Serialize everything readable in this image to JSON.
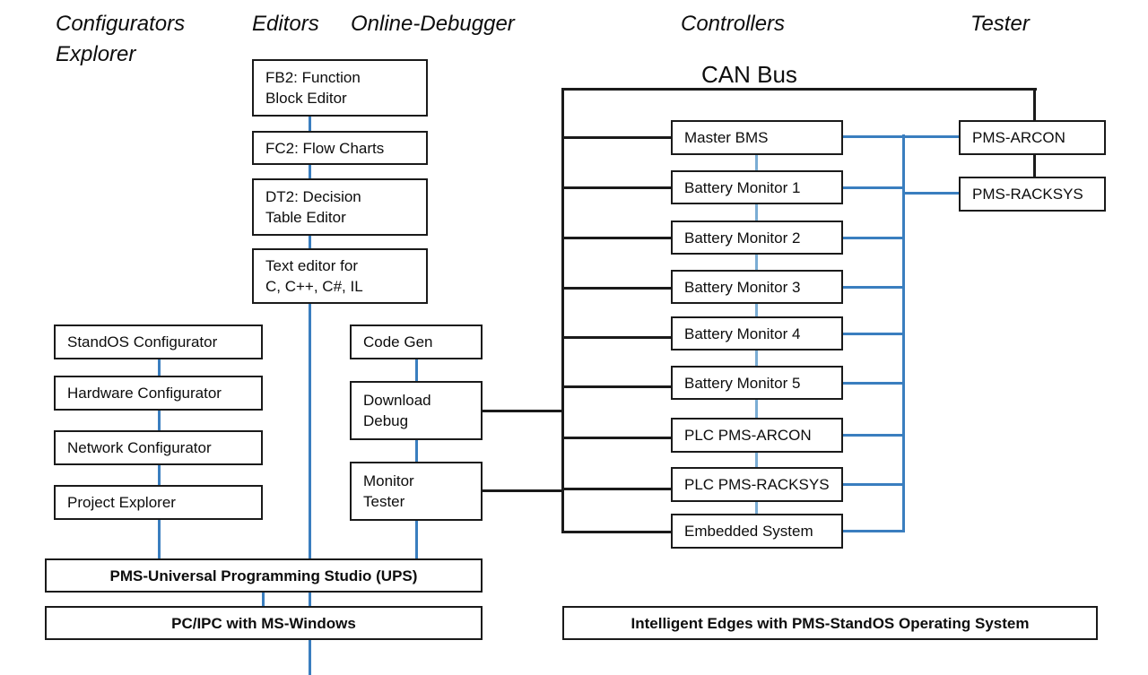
{
  "diagram": {
    "title": "PMS-Universal Programming Studio architecture",
    "headers": [
      {
        "text": "Configurators\nExplorer",
        "name": "header-configurators-explorer"
      },
      {
        "text": "Editors",
        "name": "header-editors"
      },
      {
        "text": "Online-Debugger",
        "name": "header-online-debugger"
      },
      {
        "text": "Controllers",
        "name": "header-controllers"
      },
      {
        "text": "Tester",
        "name": "header-tester"
      }
    ],
    "bus_label": "CAN Bus",
    "editors": [
      {
        "label": "FB2: Function\nBlock Editor",
        "name": "node-fb2-function-block-editor"
      },
      {
        "label": "FC2: Flow Charts",
        "name": "node-fc2-flow-charts"
      },
      {
        "label": "DT2: Decision\nTable Editor",
        "name": "node-dt2-decision-table-editor"
      },
      {
        "label": "Text editor for\nC, C++,  C#, IL",
        "name": "node-text-editor"
      }
    ],
    "configurators": [
      {
        "label": "StandOS Configurator",
        "name": "node-standos-configurator"
      },
      {
        "label": "Hardware Configurator",
        "name": "node-hardware-configurator"
      },
      {
        "label": "Network Configurator",
        "name": "node-network-configurator"
      },
      {
        "label": "Project Explorer",
        "name": "node-project-explorer"
      }
    ],
    "debugger": [
      {
        "label": "Code Gen",
        "name": "node-code-gen"
      },
      {
        "label": "Download\nDebug",
        "name": "node-download-debug"
      },
      {
        "label": "Monitor\nTester",
        "name": "node-monitor-tester"
      }
    ],
    "controllers": [
      {
        "label": "Master BMS",
        "name": "node-master-bms"
      },
      {
        "label": "Battery Monitor 1",
        "name": "node-battery-monitor-1"
      },
      {
        "label": "Battery Monitor 2",
        "name": "node-battery-monitor-2"
      },
      {
        "label": "Battery Monitor 3",
        "name": "node-battery-monitor-3"
      },
      {
        "label": "Battery Monitor 4",
        "name": "node-battery-monitor-4"
      },
      {
        "label": "Battery Monitor 5",
        "name": "node-battery-monitor-5"
      },
      {
        "label": "PLC PMS-ARCON",
        "name": "node-plc-pms-arcon"
      },
      {
        "label": "PLC PMS-RACKSYS",
        "name": "node-plc-pms-racksys"
      },
      {
        "label": "Embedded System",
        "name": "node-embedded-system"
      }
    ],
    "testers": [
      {
        "label": "PMS-ARCON",
        "name": "node-pms-arcon"
      },
      {
        "label": "PMS-RACKSYS",
        "name": "node-pms-racksys"
      }
    ],
    "platform_bars": [
      {
        "label": "PMS-Universal Programming Studio (UPS)",
        "name": "bar-pms-ups"
      },
      {
        "label": "PC/IPC with MS-Windows",
        "name": "bar-pc-ipc-windows"
      },
      {
        "label": "Intelligent Edges with PMS-StandOS Operating System",
        "name": "bar-intelligent-edges"
      }
    ],
    "colors": {
      "line_blue": "#3a7ebf",
      "line_black": "#1a1a1a",
      "text": "#0d0d0d",
      "background": "#ffffff"
    }
  }
}
